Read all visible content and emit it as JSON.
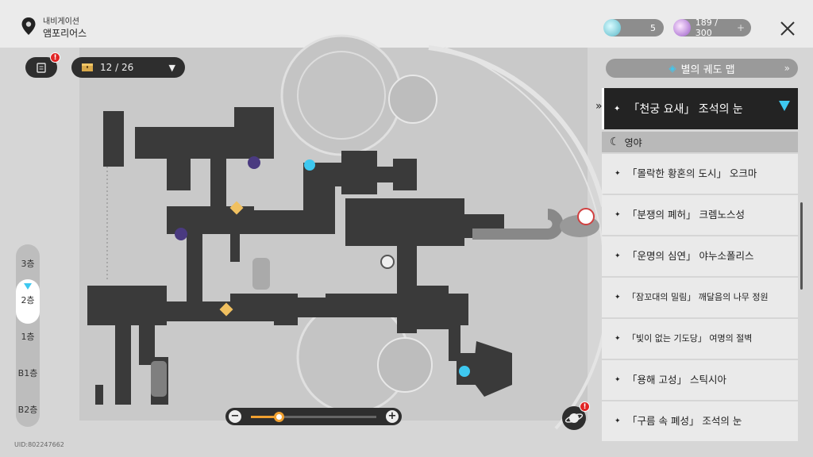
{
  "location": {
    "label": "내비게이션",
    "name": "앰포리어스"
  },
  "quest_badge": "!",
  "chest": {
    "counter": "12 / 26"
  },
  "currency": {
    "fuel": "5",
    "stamina": "189 / 300",
    "plus": "+"
  },
  "panel": {
    "title": "별의 궤도 맵",
    "selected": "「천궁 요새」 조석의 눈",
    "section": "영야",
    "items": [
      {
        "label": "「몰락한 황혼의 도시」 오크마",
        "small": false
      },
      {
        "label": "「분쟁의 폐허」 크렘노스성",
        "small": false
      },
      {
        "label": "「운명의 심연」 야누소폴리스",
        "small": false
      },
      {
        "label": "「잠꼬대의 밀림」 깨달음의 나무 정원",
        "small": true
      },
      {
        "label": "「빛이 없는 기도당」 여명의 절벽",
        "small": true
      },
      {
        "label": "「용해 고성」 스틱시아",
        "small": false
      },
      {
        "label": "「구름 속 폐성」 조석의 눈",
        "small": false
      }
    ]
  },
  "floors": [
    "3층",
    "2층",
    "1층",
    "B1층",
    "B2층"
  ],
  "active_floor": "2층",
  "zoom": {
    "level": 0.22,
    "minus": "−",
    "plus": "+"
  },
  "planet_badge": "!",
  "uid": "UID:802247662",
  "colors": {
    "accent": "#3ec8f0",
    "zoom": "#f0a030",
    "badge": "#e02525"
  }
}
